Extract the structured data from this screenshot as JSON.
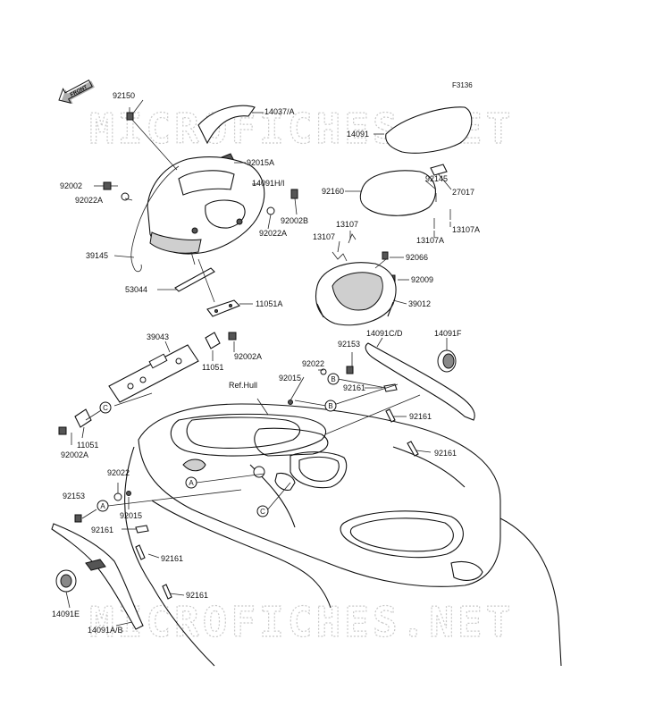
{
  "figure_code": "F3136",
  "front_tag": "FRONT",
  "watermark": "MICROFICHES.NET",
  "labels": [
    {
      "id": "l92150",
      "text": "92150"
    },
    {
      "id": "l14037",
      "text": "14037/A"
    },
    {
      "id": "l14091",
      "text": "14091"
    },
    {
      "id": "l92015a",
      "text": "92015A"
    },
    {
      "id": "l92002",
      "text": "92002"
    },
    {
      "id": "l14091hi",
      "text": "14091H/I"
    },
    {
      "id": "l92022a1",
      "text": "92022A"
    },
    {
      "id": "l92002b",
      "text": "92002B"
    },
    {
      "id": "l92022a2",
      "text": "92022A"
    },
    {
      "id": "l92160",
      "text": "92160"
    },
    {
      "id": "l92145",
      "text": "92145"
    },
    {
      "id": "l27017",
      "text": "27017"
    },
    {
      "id": "l13107a",
      "text": "13107"
    },
    {
      "id": "l13107b",
      "text": "13107"
    },
    {
      "id": "l13107A1",
      "text": "13107A"
    },
    {
      "id": "l13107A2",
      "text": "13107A"
    },
    {
      "id": "l39145",
      "text": "39145"
    },
    {
      "id": "l92066",
      "text": "92066"
    },
    {
      "id": "l53044",
      "text": "53044"
    },
    {
      "id": "l92009",
      "text": "92009"
    },
    {
      "id": "l11051a",
      "text": "11051A"
    },
    {
      "id": "l39012",
      "text": "39012"
    },
    {
      "id": "l39043",
      "text": "39043"
    },
    {
      "id": "l92002a1",
      "text": "92002A"
    },
    {
      "id": "l11051b",
      "text": "11051"
    },
    {
      "id": "l92153a",
      "text": "92153"
    },
    {
      "id": "l14091cd",
      "text": "14091C/D"
    },
    {
      "id": "l14091f",
      "text": "14091F"
    },
    {
      "id": "l92022b",
      "text": "92022"
    },
    {
      "id": "l92015b",
      "text": "92015"
    },
    {
      "id": "lrefhull",
      "text": "Ref.Hull"
    },
    {
      "id": "l92161a",
      "text": "92161"
    },
    {
      "id": "l92161b",
      "text": "92161"
    },
    {
      "id": "l11051c",
      "text": "11051"
    },
    {
      "id": "l92002a2",
      "text": "92002A"
    },
    {
      "id": "l92161c",
      "text": "92161"
    },
    {
      "id": "l92022c",
      "text": "92022"
    },
    {
      "id": "l92153b",
      "text": "92153"
    },
    {
      "id": "l92015c",
      "text": "92015"
    },
    {
      "id": "l92161d",
      "text": "92161"
    },
    {
      "id": "l92161e",
      "text": "92161"
    },
    {
      "id": "l92161f",
      "text": "92161"
    },
    {
      "id": "l14091e",
      "text": "14091E"
    },
    {
      "id": "l14091ab",
      "text": "14091A/B"
    }
  ],
  "markers": {
    "a": "A",
    "b": "B",
    "c": "C"
  }
}
